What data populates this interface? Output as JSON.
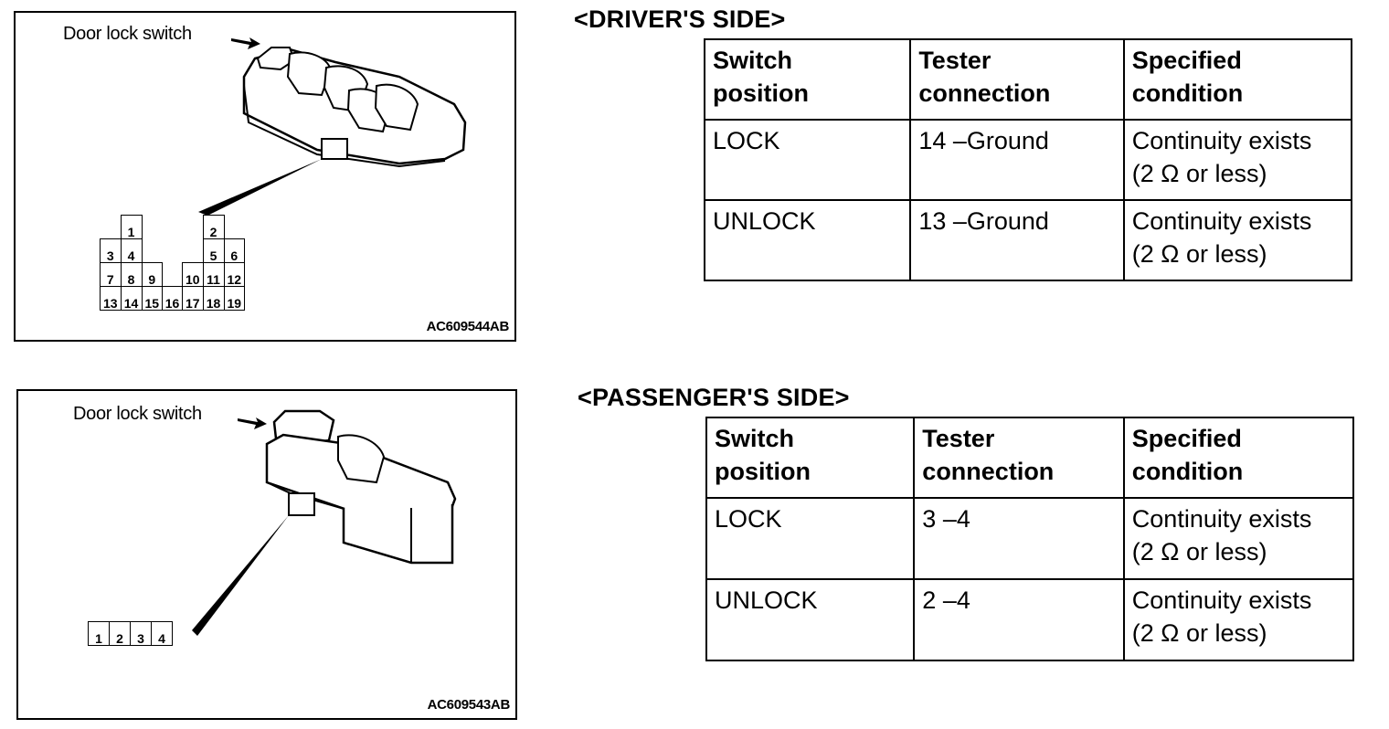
{
  "driver": {
    "section_title": "<DRIVER'S SIDE>",
    "figure_label": "Door lock switch",
    "figure_code": "AC609544AB",
    "connector_pins": [
      "1",
      "2",
      "3",
      "4",
      "5",
      "6",
      "7",
      "8",
      "9",
      "10",
      "11",
      "12",
      "13",
      "14",
      "15",
      "16",
      "17",
      "18",
      "19"
    ],
    "table": {
      "headers": [
        [
          "Switch",
          "position"
        ],
        [
          "Tester",
          "connection"
        ],
        [
          "Specified",
          "condition"
        ]
      ],
      "rows": [
        [
          "LOCK",
          "14 –Ground",
          "Continuity exists",
          "(2 Ω or less)"
        ],
        [
          "UNLOCK",
          "13 –Ground",
          "Continuity exists",
          "(2 Ω or less)"
        ]
      ]
    }
  },
  "passenger": {
    "section_title": "<PASSENGER'S SIDE>",
    "figure_label": "Door lock switch",
    "figure_code": "AC609543AB",
    "connector_pins": [
      "1",
      "2",
      "3",
      "4"
    ],
    "table": {
      "headers": [
        [
          "Switch",
          "position"
        ],
        [
          "Tester",
          "connection"
        ],
        [
          "Specified",
          "condition"
        ]
      ],
      "rows": [
        [
          "LOCK",
          "3 –4",
          "Continuity exists",
          "(2 Ω or less)"
        ],
        [
          "UNLOCK",
          "2 –4",
          "Continuity exists",
          "(2 Ω or less)"
        ]
      ]
    }
  }
}
